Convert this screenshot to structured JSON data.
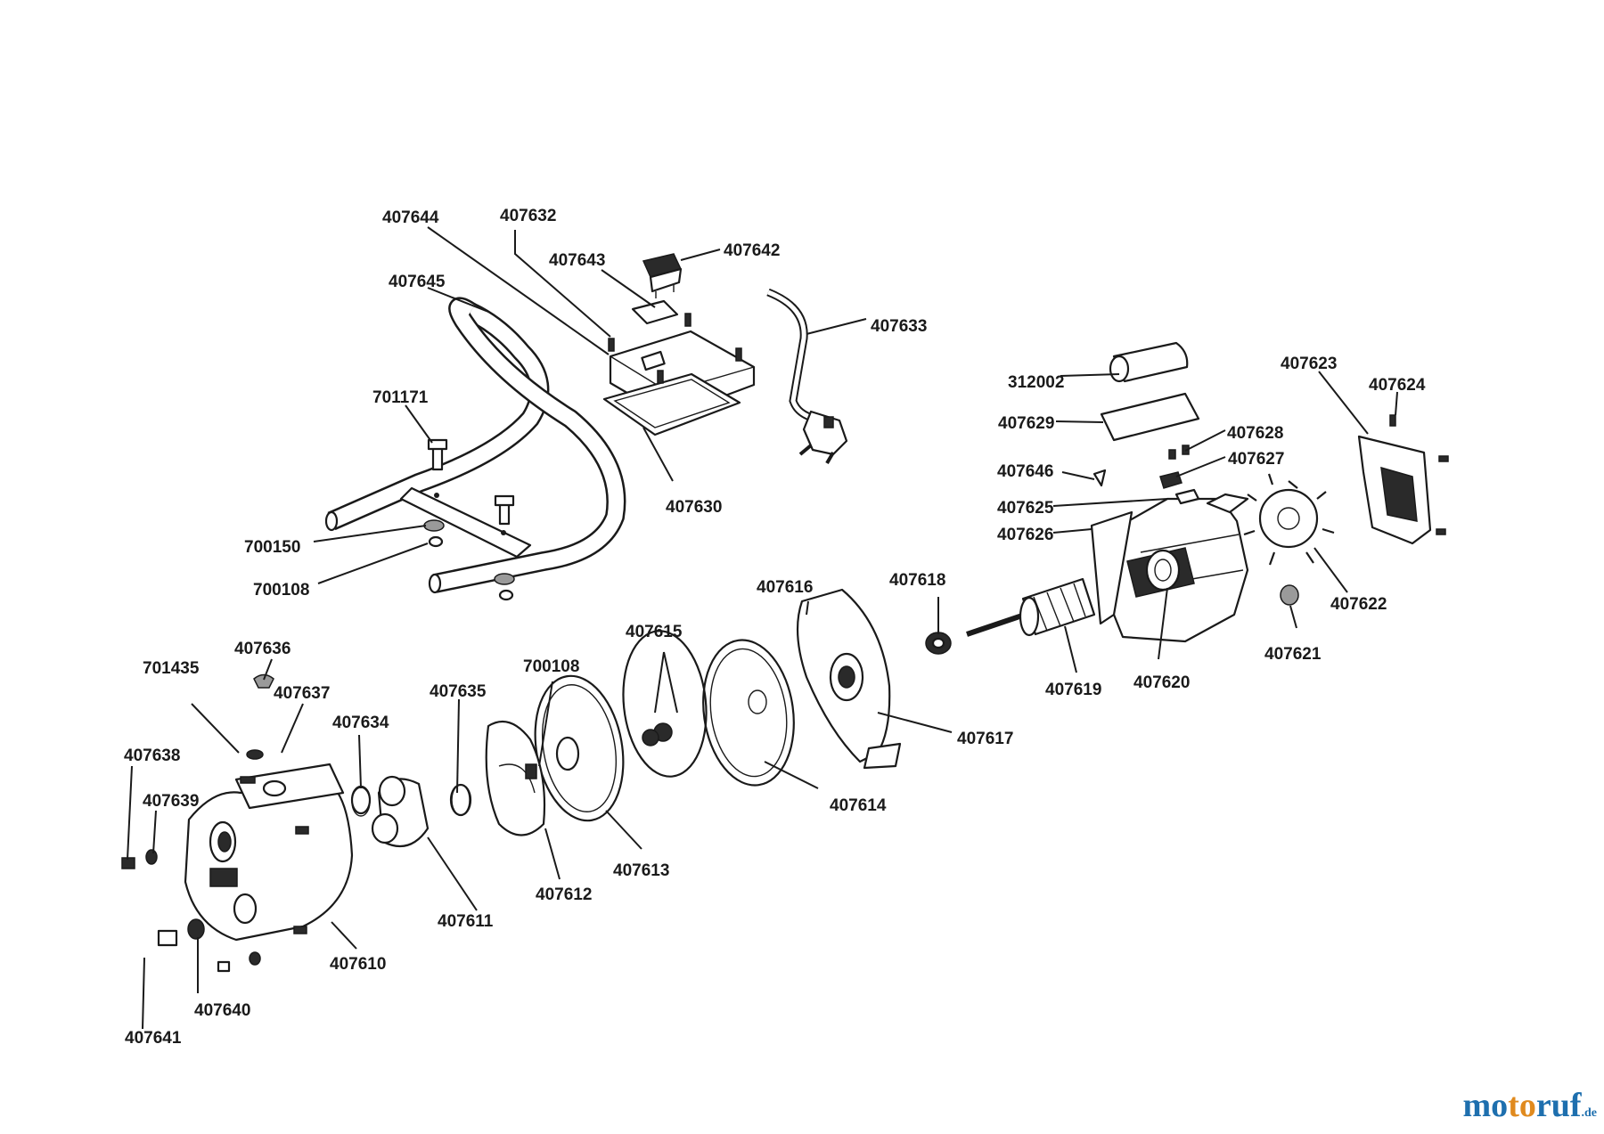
{
  "diagram": {
    "part_numbers": [
      "407644",
      "407632",
      "407643",
      "407642",
      "407645",
      "407633",
      "701171",
      "407630",
      "700150",
      "700108",
      "312002",
      "407629",
      "407628",
      "407627",
      "407646",
      "407625",
      "407626",
      "407623",
      "407624",
      "407622",
      "407621",
      "407618",
      "407619",
      "407620",
      "407616",
      "407617",
      "407614",
      "407615",
      "407613",
      "700108",
      "407612",
      "407635",
      "407611",
      "407634",
      "407636",
      "407637",
      "701435",
      "407638",
      "407639",
      "407610",
      "407640",
      "407641"
    ]
  },
  "watermark": {
    "brand_a": "mo",
    "brand_b": "to",
    "brand_c": "ruf",
    "tld": ".de",
    "colors": {
      "blue": "#1e6fae",
      "orange": "#e08a1e"
    }
  }
}
